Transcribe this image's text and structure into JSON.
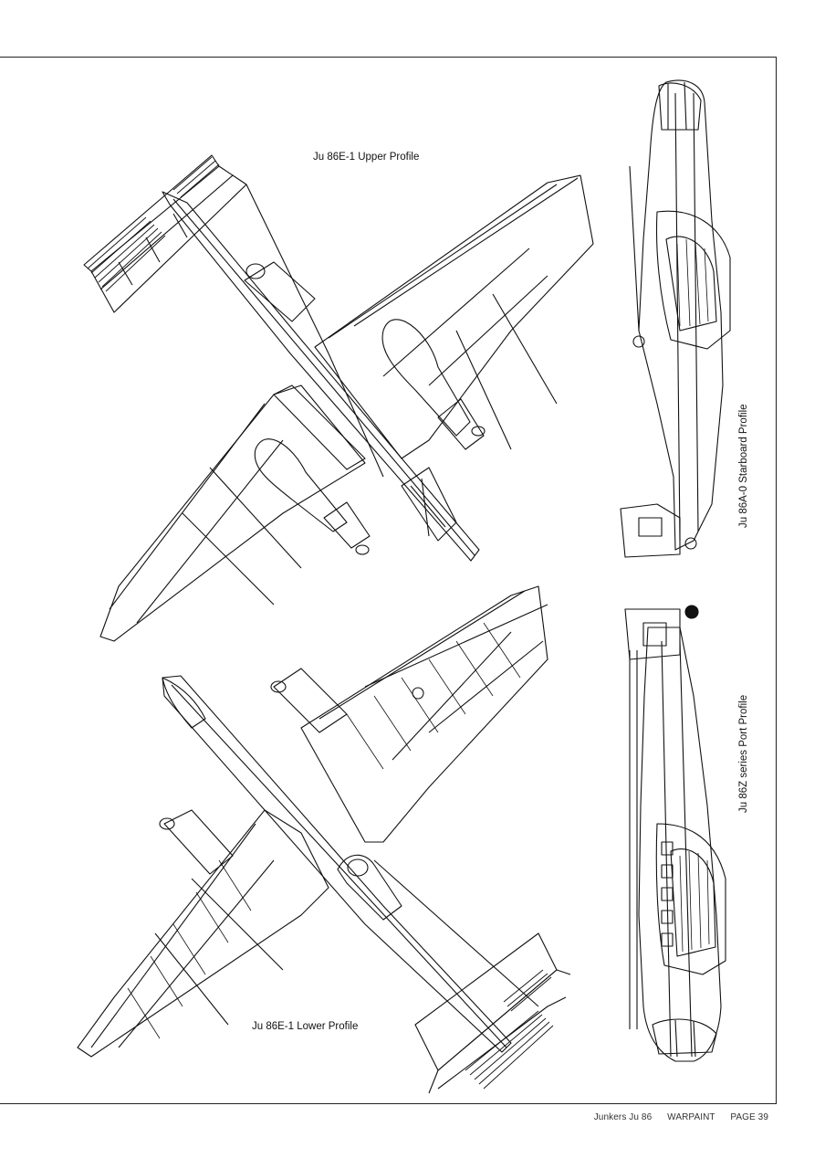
{
  "captions": {
    "upper": "Ju 86E-1 Upper Profile",
    "lower": "Ju 86E-1 Lower Profile",
    "starboard": "Ju 86A-0 Starboard Profile",
    "port": "Ju 86Z series Port Profile"
  },
  "footer": {
    "title": "Junkers Ju 86",
    "publication": "WARPAINT",
    "page": "PAGE 39"
  }
}
